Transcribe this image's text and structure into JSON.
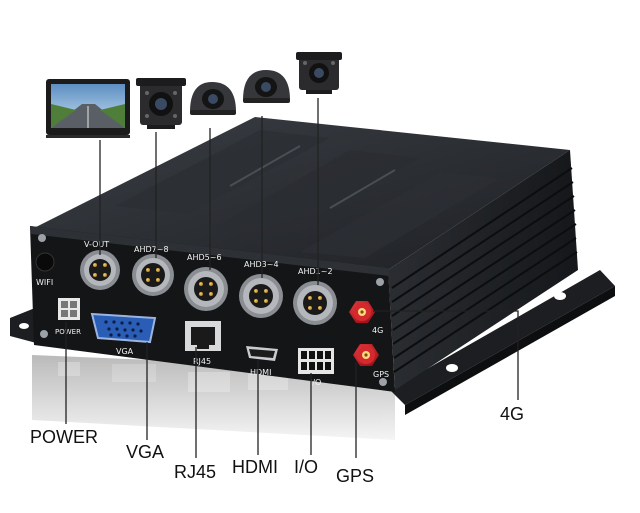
{
  "panel_labels": {
    "wifi": "WIFI",
    "v_out": "V-OUT",
    "ahd7_8": "AHD7~8",
    "ahd5_6": "AHD5~6",
    "ahd3_4": "AHD3~4",
    "ahd1_2": "AHD1~2",
    "power": "POWER",
    "vga": "VGA",
    "rj45": "RJ45",
    "hdmi": "HDMI",
    "io": "I/O",
    "ant_4g": "4G",
    "ant_gps": "GPS"
  },
  "callouts": {
    "power": "POWER",
    "vga": "VGA",
    "rj45": "RJ45",
    "hdmi": "HDMI",
    "io": "I/O",
    "gps": "GPS",
    "ant_4g": "4G"
  },
  "accessories": [
    "monitor-icon",
    "camera-icon",
    "dome-camera-icon",
    "dome-camera-icon",
    "camera-icon"
  ],
  "colors": {
    "body": "#23262a",
    "panel": "#131517",
    "antenna_red": "#c4151c",
    "callout_line": "#222222"
  }
}
